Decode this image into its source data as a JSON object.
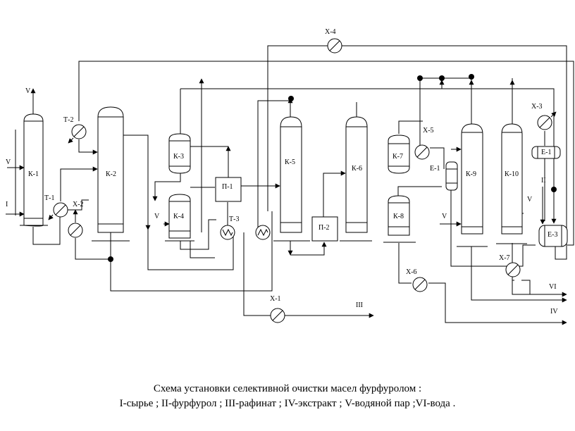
{
  "units": {
    "k1": "К-1",
    "k2": "К-2",
    "k3": "К-3",
    "k4": "К-4",
    "k5": "К-5",
    "k6": "К-6",
    "k7": "К-7",
    "k8": "К-8",
    "k9": "К-9",
    "k10": "К-10",
    "p1": "П-1",
    "p2": "П-2",
    "e1": "Е-1",
    "e3": "Е-3",
    "t1": "Т-1",
    "t2": "Т-2",
    "t3": "Т-3",
    "x1": "Х-1",
    "x2": "Х-2",
    "x3": "Х-3",
    "x4": "Х-4",
    "x5": "Х-5",
    "x6": "Х-6",
    "x7": "Х-7",
    "e1b": "Е-1"
  },
  "streams": {
    "s_v_top": "V",
    "s_v_k1": "V",
    "s_i": "I",
    "s_v_k4": "V",
    "s_v_k9": "V",
    "s_v_k10": "V",
    "s_ii": "II",
    "s_iii": "III",
    "s_iv": "IV",
    "s_vi": "VI"
  },
  "caption": {
    "line1": "Схема установки селективной очистки масел фурфуролом :",
    "line2": "I-сырье ; II-фурфурол ; III-рафинат ; IV-экстракт ; V-водяной пар ;VI-вода ."
  }
}
